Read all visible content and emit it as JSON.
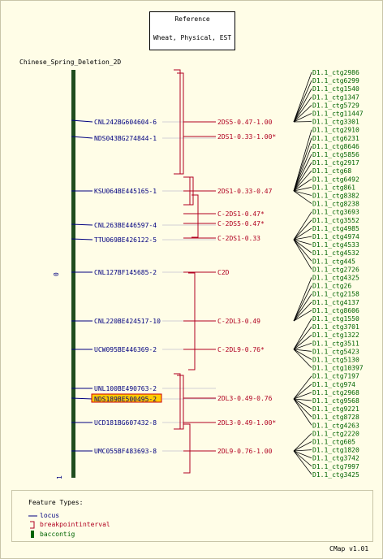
{
  "reference": {
    "line1": "Reference",
    "line2": "Wheat, Physical, EST"
  },
  "map_title": "Chinese_Spring_Deletion_2D",
  "axis_labels": {
    "mid": "0",
    "bottom": "1"
  },
  "loci": [
    "CNL242BG604604-6",
    "NDS043BG274844-1",
    "KSU064BE445165-1",
    "CNL263BE446597-4",
    "TTU069BE426122-5",
    "CNL127BF145685-2",
    "CNL220BE424517-10",
    "UCW095BE446369-2",
    "UNL100BE490763-2",
    "NDS189BE500495-2",
    "UCD181BG607432-8",
    "UMC055BF483693-8"
  ],
  "highlighted_locus": "NDS189BE500495-2",
  "breakpoints": [
    "2DS5-0.47-1.00",
    "2DS1-0.33-1.00*",
    "2DS1-0.33-0.47",
    "C-2DS1-0.47*",
    "C-2DS5-0.47*",
    "C-2DS1-0.33",
    "C2D",
    "C-2DL3-0.49",
    "C-2DL9-0.76*",
    "2DL3-0.49-0.76",
    "2DL3-0.49-1.00*",
    "2DL9-0.76-1.00"
  ],
  "contigs": [
    "D1.1_ctg2986",
    "D1.1_ctg6299",
    "D1.1_ctg1540",
    "D1.1_ctg1347",
    "D1.1_ctg5729",
    "D1.1_ctg11447",
    "D1.1_ctg3301",
    "D1.1_ctg2910",
    "D1.1_ctg6231",
    "D1.1_ctg8646",
    "D1.1_ctg5856",
    "D1.1_ctg2917",
    "D1.1_ctg68",
    "D1.1_ctg6492",
    "D1.1_ctg861",
    "D1.1_ctg8382",
    "D1.1_ctg8238",
    "D1.1_ctg3693",
    "D1.1_ctg3552",
    "D1.1_ctg4985",
    "D1.1_ctg4974",
    "D1.1_ctg4533",
    "D1.1_ctg4532",
    "D1.1_ctg445",
    "D1.1_ctg2726",
    "D1.1_ctg4325",
    "D1.1_ctg26",
    "D1.1_ctg2158",
    "D1.1_ctg4137",
    "D1.1_ctg8606",
    "D1.1_ctg1550",
    "D1.1_ctg3701",
    "D1.1_ctg1322",
    "D1.1_ctg3511",
    "D1.1_ctg5423",
    "D1.1_ctg5130",
    "D1.1_ctg10397",
    "D1.1_ctg7197",
    "D1.1_ctg974",
    "D1.1_ctg2968",
    "D1.1_ctg9568",
    "D1.1_ctg9221",
    "D1.1_ctg8728",
    "D1.1_ctg4263",
    "D1.1_ctg2220",
    "D1.1_ctg605",
    "D1.1_ctg1820",
    "D1.1_ctg3742",
    "D1.1_ctg7997",
    "D1.1_ctg3425"
  ],
  "legend": {
    "title": "Feature Types:",
    "items": [
      {
        "label": "locus",
        "color": "#000080"
      },
      {
        "label": "breakpointinterval",
        "color": "#b00020"
      },
      {
        "label": "baccontig",
        "color": "#006400"
      }
    ]
  },
  "version": "CMap v1.01",
  "colors": {
    "locus": "#000080",
    "breakpoint": "#b00020",
    "contig": "#006400",
    "bar": "#1f4d1f",
    "highlight": "#ffcc00"
  }
}
